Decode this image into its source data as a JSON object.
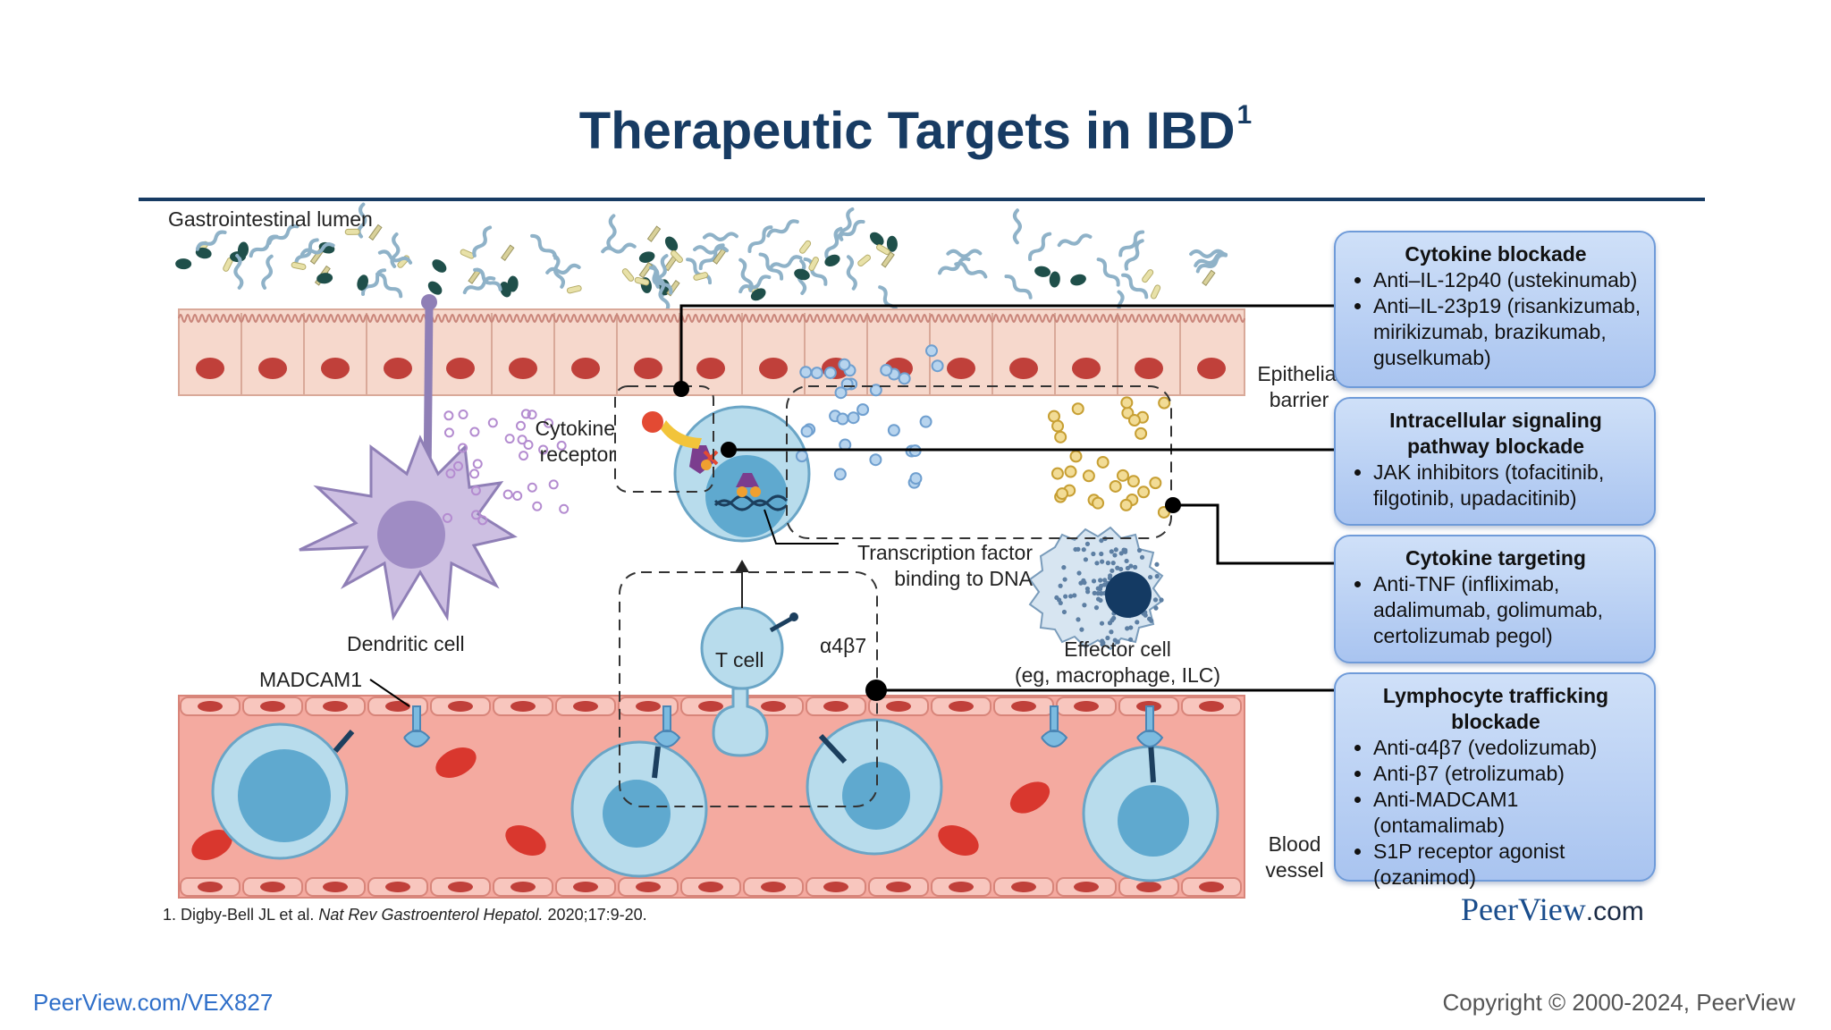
{
  "title": "Therapeutic Targets in IBD",
  "title_sup": "1",
  "labels": {
    "lumen": "Gastrointestinal lumen",
    "epithelial_1": "Epithelial",
    "epithelial_2": "barrier",
    "cytokine_receptor_1": "Cytokine",
    "cytokine_receptor_2": "receptor",
    "dendritic_cell": "Dendritic cell",
    "madcam1": "MADCAM1",
    "t_cell": "T cell",
    "a4b7": "α4β7",
    "transcription_1": "Transcription factor",
    "transcription_2": "binding to DNA",
    "effector_1": "Effector cell",
    "effector_2": "(eg, macrophage, ILC)",
    "blood_1": "Blood",
    "blood_2": "vessel"
  },
  "boxes": [
    {
      "heading": "Cytokine blockade",
      "items": [
        "Anti–IL-12p40 (ustekinumab)",
        "Anti–IL-23p19 (risankizumab, mirikizumab, brazikumab, guselkumab)"
      ]
    },
    {
      "heading": "Intracellular signaling pathway blockade",
      "items": [
        "JAK inhibitors (tofacitinib, filgotinib, upadacitinib)"
      ]
    },
    {
      "heading": "Cytokine targeting",
      "items": [
        "Anti-TNF (infliximab, adalimumab, golimumab, certolizumab pegol)"
      ]
    },
    {
      "heading": "Lymphocyte trafficking blockade",
      "items": [
        "Anti-α4β7 (vedolizumab)",
        "Anti-β7 (etrolizumab)",
        "Anti-MADCAM1 (ontamalimab)",
        "S1P receptor agonist (ozanimod)"
      ]
    }
  ],
  "reference": {
    "prefix": "1. Digby-Bell JL et al. ",
    "journal": "Nat Rev Gastroenterol Hepatol.",
    "suffix": " 2020;17:9-20."
  },
  "logo": {
    "main": "PeerView",
    "suffix": ".com"
  },
  "footer": {
    "left": "PeerView.com/VEX827",
    "right": "Copyright © 2000-2024, PeerView"
  }
}
